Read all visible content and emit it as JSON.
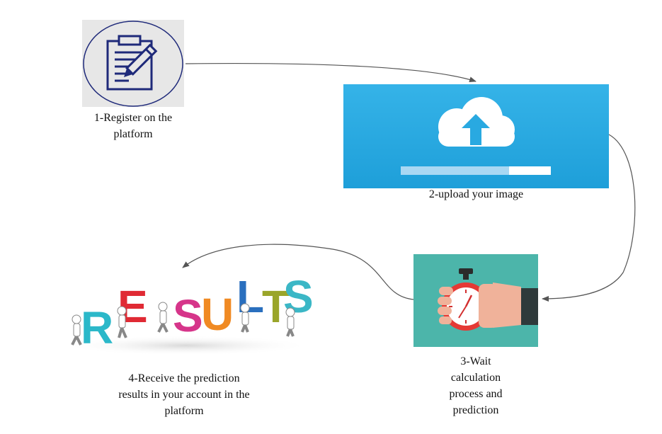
{
  "steps": {
    "register": {
      "label": "1-Register on the platform",
      "icon": "clipboard-pencil-icon"
    },
    "upload": {
      "label": "2-upload your image",
      "icon": "cloud-upload-icon",
      "progress": 0.72,
      "bg_color": "#29a9e1"
    },
    "wait": {
      "label": "3-Wait calculation process and prediction",
      "icon": "stopwatch-hand-icon",
      "bg_color": "#4cb5aa"
    },
    "results": {
      "label": "4-Receive the prediction results in your account in the platform",
      "icon": "results-letters-icon",
      "word": "RESULTS"
    }
  }
}
